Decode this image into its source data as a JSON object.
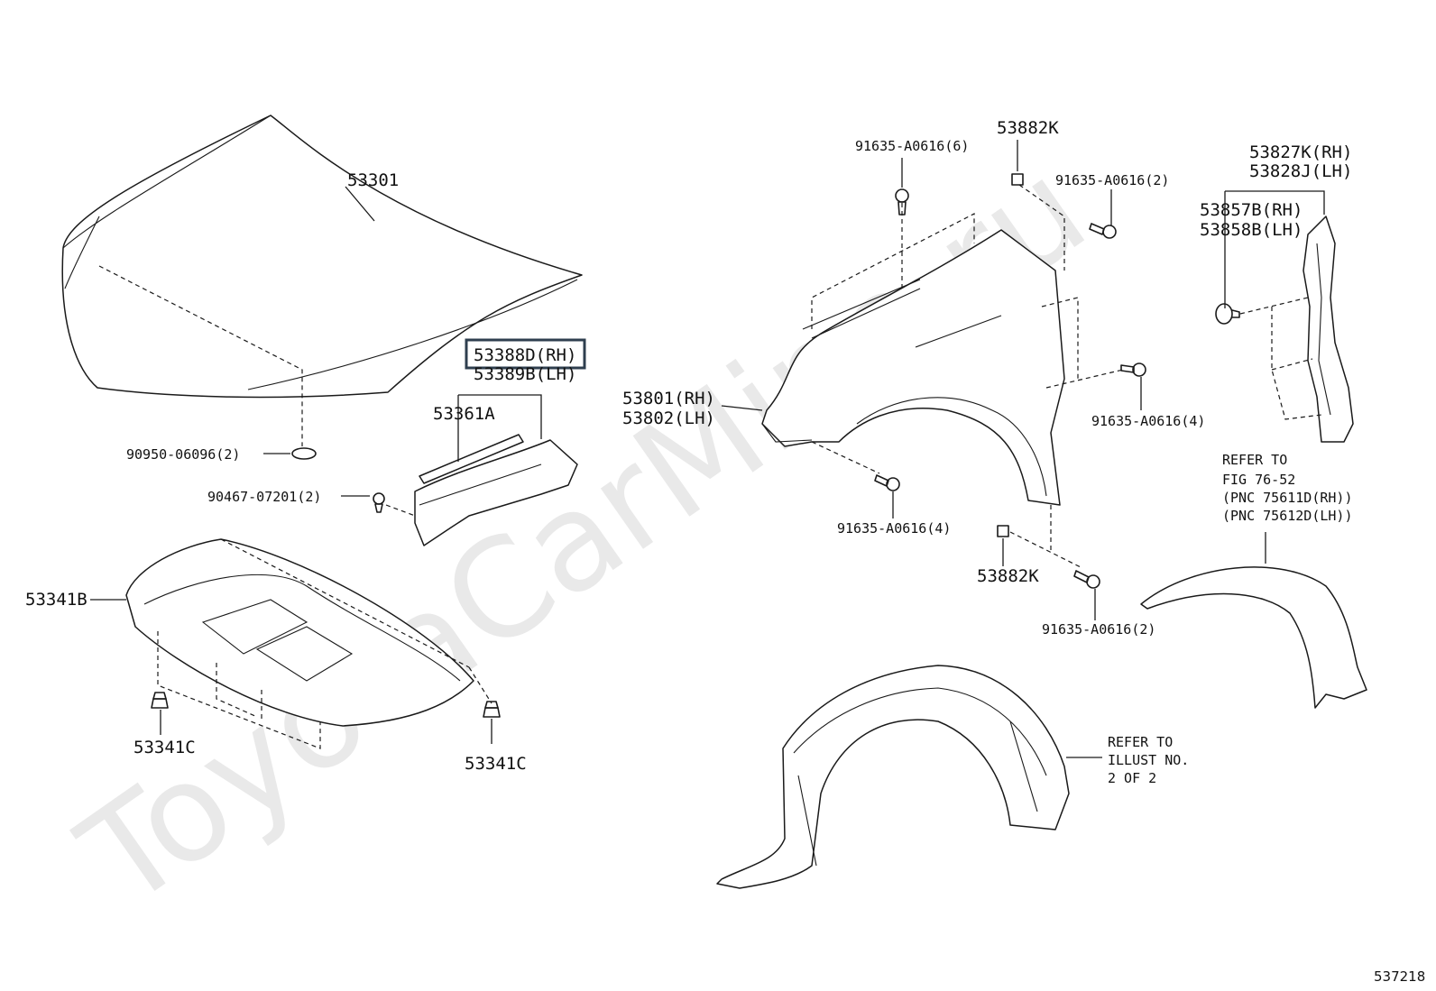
{
  "watermark": "ToyotaCarMine.ru",
  "illustration_id": "537218",
  "highlight_color": "#2f3f4f",
  "labels": {
    "hood": "53301",
    "hood_seal_rh": "53388D(RH)",
    "hood_seal_lh": "53389B(LH)",
    "seal_strip": "53361A",
    "hood_plug": "90950-06096(2)",
    "hood_clip": "90467-07201(2)",
    "insulator": "53341B",
    "insulator_clip_left": "53341C",
    "insulator_clip_right": "53341C",
    "fender_rh": "53801(RH)",
    "fender_lh": "53802(LH)",
    "fender_bolt_top": "91635-A0616(6)",
    "fender_nut_top": "53882K",
    "fender_bolt_top_right": "91635-A0616(2)",
    "fender_bolt_side": "91635-A0616(4)",
    "fender_bolt_bottom": "91635-A0616(4)",
    "fender_nut_bottom": "53882K",
    "fender_bolt_lower_right": "91635-A0616(2)",
    "protector_rh": "53827K(RH)",
    "protector_lh": "53828J(LH)",
    "seal_rh": "53857B(RH)",
    "seal_lh": "53858B(LH)"
  },
  "notes": {
    "flare_ref": [
      "REFER TO",
      "FIG 76-52",
      "(PNC 75611D(RH))",
      "(PNC 75612D(LH))"
    ],
    "liner_ref": [
      "REFER TO",
      "ILLUST NO.",
      "2 OF 2"
    ]
  }
}
